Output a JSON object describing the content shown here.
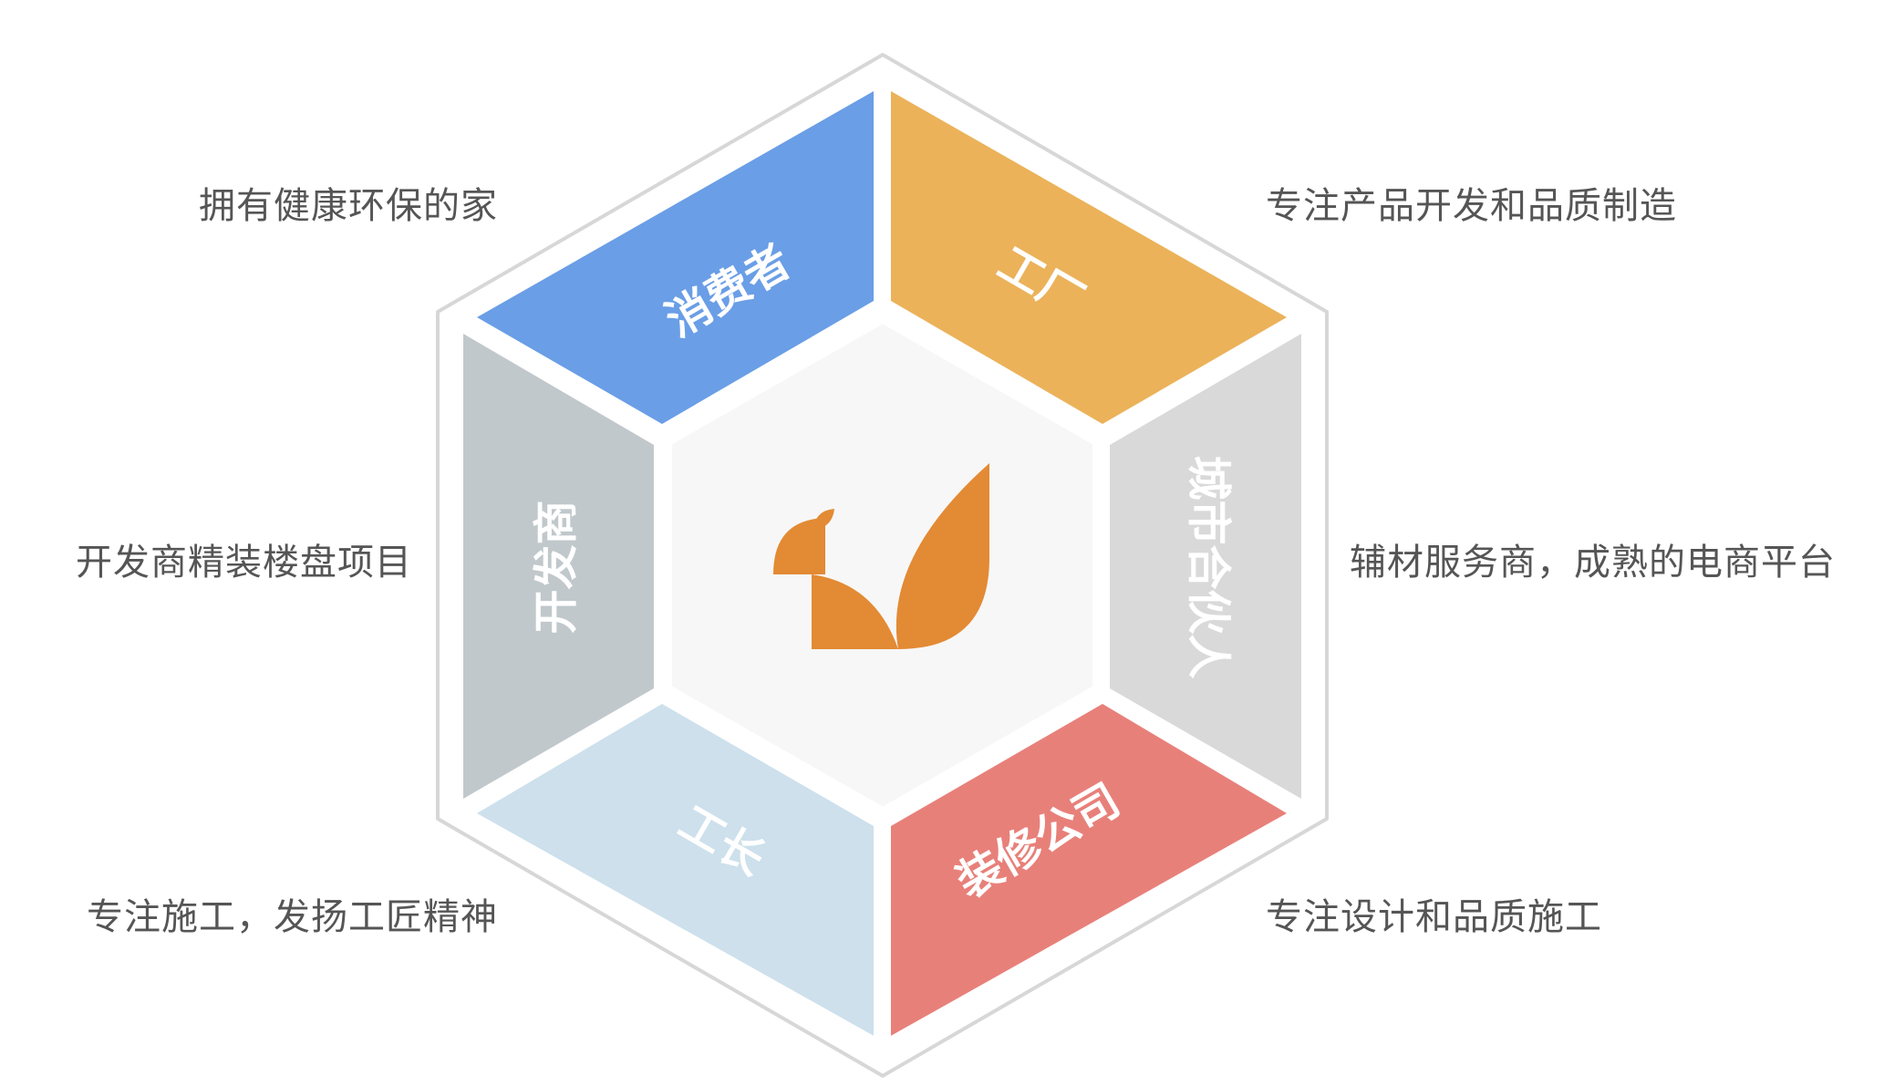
{
  "segments": {
    "consumer": {
      "name": "消费者",
      "description": "拥有健康环保的家",
      "color": "#6a9ee6"
    },
    "factory": {
      "name": "工厂",
      "description": "专注产品开发和品质制造",
      "color": "#ebb25a"
    },
    "city_partner": {
      "name": "城市合伙人",
      "description": "辅材服务商，成熟的电商平台",
      "color": "#d9d9d9"
    },
    "decoration_company": {
      "name": "装修公司",
      "description": "专注设计和品质施工",
      "color": "#e8807a"
    },
    "workers": {
      "name": "工长",
      "description": "专注施工，发扬工匠精神",
      "color": "#cde0ec"
    },
    "developer": {
      "name": "开发商",
      "description": "开发商精装楼盘项目",
      "color": "#c1c8cc"
    }
  },
  "center": {
    "logo": "leaf-fox-logo-icon",
    "background": "#f7f7f7",
    "logo_color": "#e38a34"
  },
  "frame": {
    "outline_color": "#d7d7d7"
  }
}
